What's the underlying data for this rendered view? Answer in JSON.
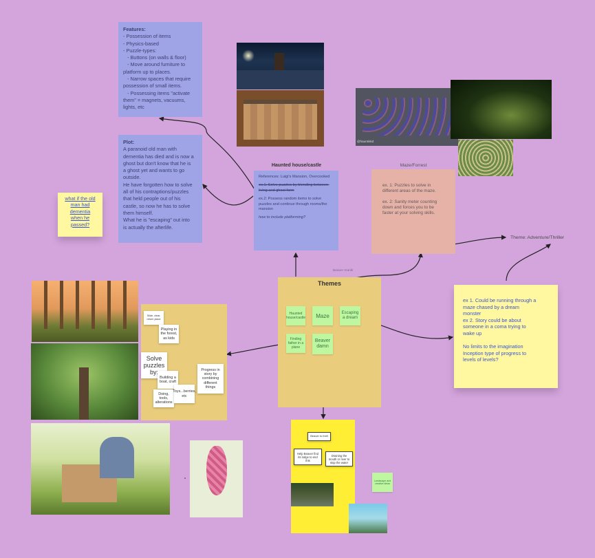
{
  "features": {
    "title": "Features:",
    "lines": [
      "- Possession of items",
      "- Physics-based",
      "- Puzzle-types:",
      "   - Buttons (on walls & floor)",
      "   - Move around furniture to",
      "platform up to places.",
      "   - Narrow spaces that require",
      "possession of small items.",
      "   - Possessing items \"activate",
      "them\" = magnets, vacuums,",
      "lights, etc"
    ]
  },
  "plot": {
    "title": "Plot:",
    "lines": [
      "A paranoid old man with",
      "dementia has died and is now a",
      "ghost but don't know that he is",
      "a ghost yet and wants to go",
      "outside.",
      "He have forgotten how to solve",
      "all of his contraptions/puzzles",
      "that held people out of his",
      "castle, so now he has to solve",
      "them himself.",
      "What he is \"escaping\" out into",
      "is actually the afterlife."
    ]
  },
  "note_oldman": {
    "lines": [
      "what if the old",
      "man had",
      "dementia",
      "when he",
      "passed?"
    ]
  },
  "haunted": {
    "caption": "Haunted house/castle",
    "references": "References: Luigi's Mansion, Overcooked",
    "ex1": "ex.1: Solve puzzles by blending between living and ghost form",
    "ex2": "ex.2: Possess random items to solve puzzles and continue through rooms/the mansion",
    "q": "how to include platforming?"
  },
  "maze": {
    "caption": "Maze/Forrest",
    "ex1": "ex. 1: Puzzles to solve in different areas of the maze.",
    "ex2": "ex. 2: Sanity meter counting down and forces you to be faster at your solving skills."
  },
  "theme_label": "Theme: Adventure/Thriller",
  "sticky_ideas": {
    "lines": [
      "ex 1. Could be running through a",
      "maze chased by a dream",
      "monster",
      "ex 2. Story could be about",
      "someone in a coma trying to",
      "wake up",
      "",
      "No limits to the imagination",
      "Inception type of progress to",
      "levels of levels?"
    ]
  },
  "themes": {
    "credit": "Beaver manik",
    "title": "Themes",
    "notes": [
      "Haunted house/castle",
      "Maze",
      "Escaping a dream",
      "Finding father in a plane",
      "Beaver damn"
    ]
  },
  "dream_board": {
    "notes": [
      "Slide, clear, return place",
      "Playing in the forest, as kids",
      "Solve puzzles by:",
      "Building a boat, craft",
      "Progress in story by combining different things",
      "Doing, tools, alterations",
      "Toys...berries, etc"
    ]
  },
  "beaver_board": {
    "notes": [
      "Beaver to thrill",
      "Help Beaver find its lodge to end this",
      "Draining the mouth or river to stop the water"
    ],
    "side_note": "Landscape and creative ideas"
  },
  "image_credit": "@hauntinkd",
  "colors": {
    "background": "#d4a5dd",
    "purple_card": "#9ea4e6",
    "peach_card": "#e6b2a8",
    "sticky": "#fff8a0",
    "green_note": "#bff7a0",
    "themes_board": "#e9cc7c",
    "yellow_board": "#ffee33"
  },
  "icons": [
    "arrow-icon"
  ]
}
